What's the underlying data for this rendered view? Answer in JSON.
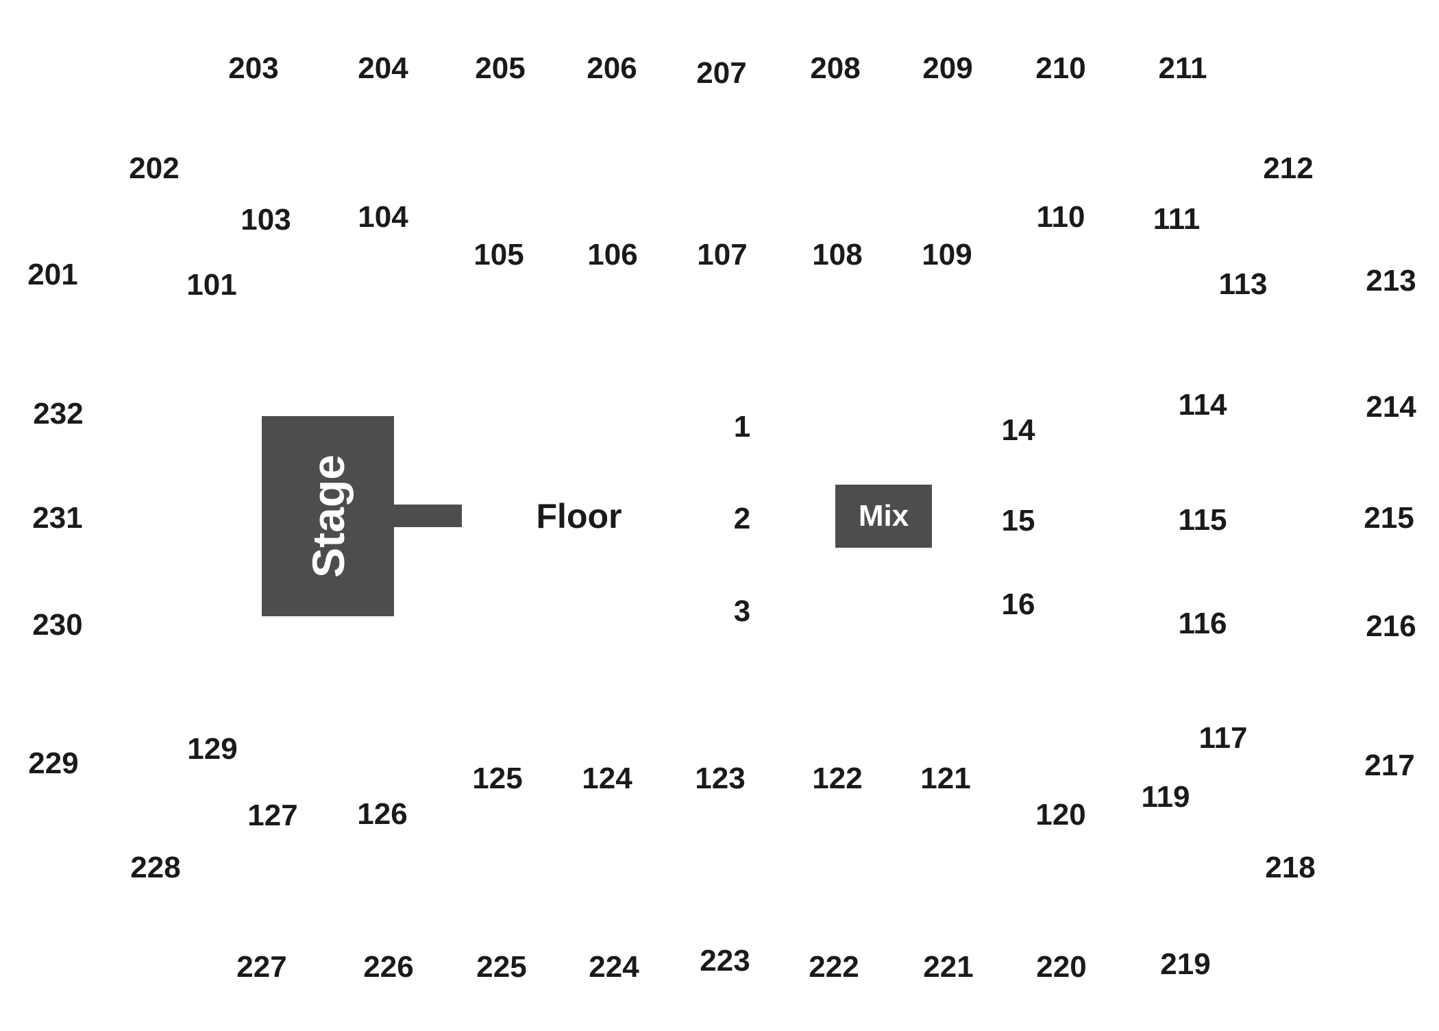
{
  "colors": {
    "background": "#ffffff",
    "block": "#4d4d4d",
    "section_text": "#1a1a1a",
    "block_text": "#ffffff"
  },
  "stage": {
    "label": "Stage"
  },
  "mix": {
    "label": "Mix"
  },
  "floor": {
    "label": "Floor"
  },
  "sections": {
    "upper_top": [
      "203",
      "204",
      "205",
      "206",
      "207",
      "208",
      "209",
      "210",
      "211"
    ],
    "upper_left": [
      "202",
      "201",
      "232",
      "231",
      "230",
      "229",
      "228"
    ],
    "upper_right": [
      "212",
      "213",
      "214",
      "215",
      "216",
      "217",
      "218"
    ],
    "upper_bottom": [
      "227",
      "226",
      "225",
      "224",
      "223",
      "222",
      "221",
      "220",
      "219"
    ],
    "lower_top": [
      "103",
      "104",
      "101",
      "105",
      "106",
      "107",
      "108",
      "109",
      "110",
      "111",
      "113"
    ],
    "lower_right": [
      "114",
      "115",
      "116",
      "117",
      "119",
      "120"
    ],
    "lower_bottom": [
      "129",
      "127",
      "126",
      "125",
      "124",
      "123",
      "122",
      "121"
    ],
    "floor_sections": [
      "1",
      "2",
      "3",
      "14",
      "15",
      "16"
    ]
  }
}
